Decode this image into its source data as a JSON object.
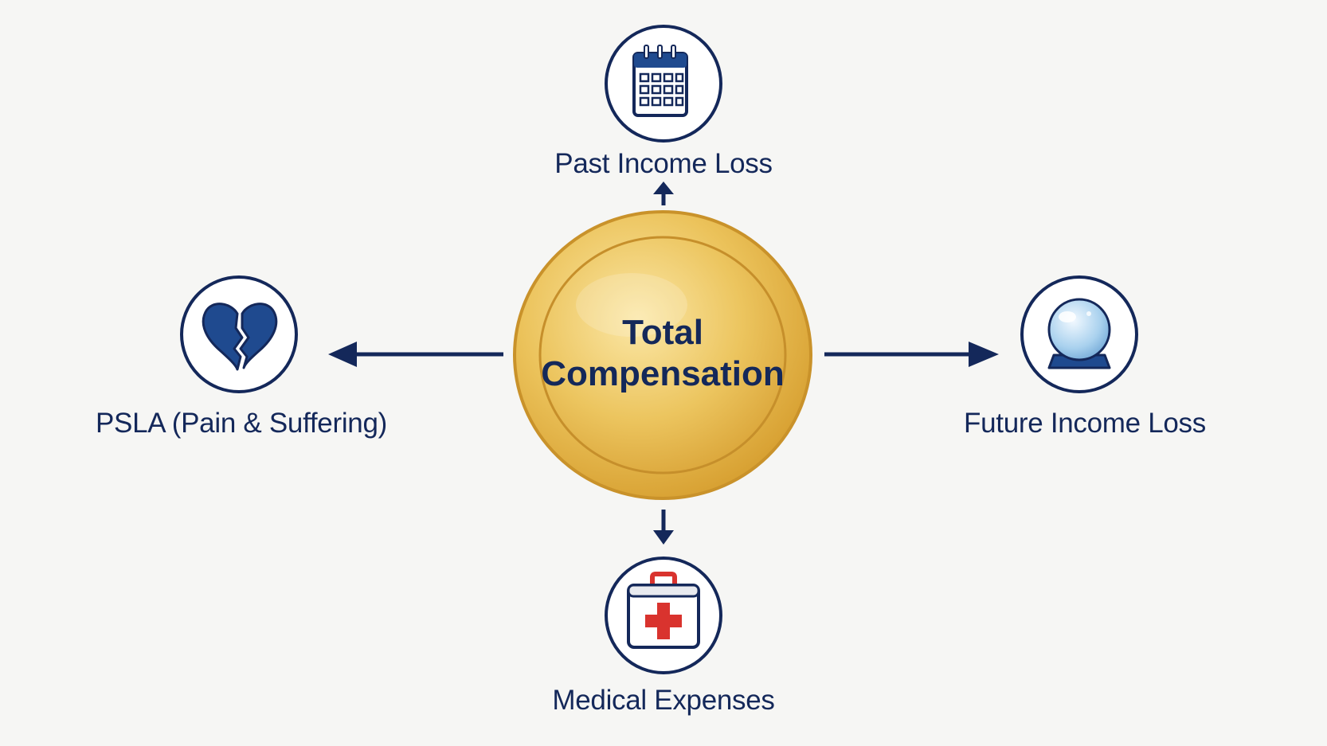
{
  "center": {
    "line1": "Total",
    "line2": "Compensation"
  },
  "nodes": {
    "top": {
      "label": "Past Income Loss",
      "icon": "calendar-icon"
    },
    "bottom": {
      "label": "Medical Expenses",
      "icon": "first-aid-kit-icon"
    },
    "left": {
      "label": "PSLA (Pain & Suffering)",
      "icon": "broken-heart-icon"
    },
    "right": {
      "label": "Future Income Loss",
      "icon": "crystal-ball-icon"
    }
  },
  "colors": {
    "navy": "#14285a",
    "coin_gold": "#e6b94a",
    "medical_red": "#d9332e",
    "crystal_blue": "#a9d1ee"
  }
}
